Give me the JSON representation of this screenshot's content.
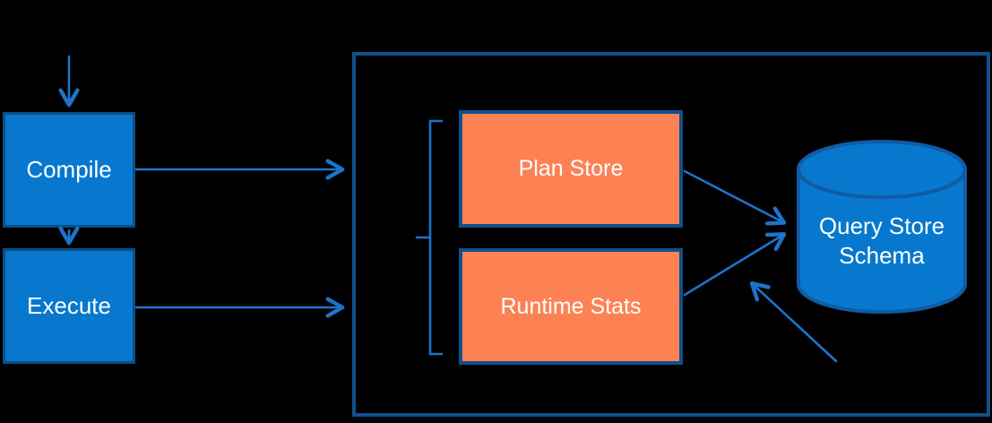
{
  "diagram": {
    "background_color": "#000000",
    "nodes": {
      "compile": {
        "label": "Compile"
      },
      "execute": {
        "label": "Execute"
      },
      "plan_store": {
        "label": "Plan Store"
      },
      "runtime_stats": {
        "label": "Runtime Stats"
      },
      "query_store_schema": {
        "label": "Query Store Schema",
        "shape": "database-cylinder"
      },
      "query_store_container": {
        "label": "",
        "shape": "outlined-rectangle"
      }
    },
    "edges": [
      {
        "from": "external-input-top",
        "to": "compile"
      },
      {
        "from": "compile",
        "to": "execute"
      },
      {
        "from": "compile",
        "to": "query_store_container"
      },
      {
        "from": "execute",
        "to": "query_store_container"
      },
      {
        "from": "plan_store",
        "to": "query_store_schema"
      },
      {
        "from": "runtime_stats",
        "to": "query_store_schema"
      },
      {
        "from": "external-input-bottom-right",
        "to": "query_store_schema"
      }
    ],
    "colors": {
      "node_blue_fill": "#0778CE",
      "node_blue_border": "#0B4D86",
      "orange_fill": "#FC8254",
      "dark_border": "#10508C",
      "cylinder_fill": "#0778CE",
      "cylinder_border": "#0F5CA4",
      "arrow_blue": "#1C74CA",
      "text_color": "#FFFFFF"
    }
  }
}
